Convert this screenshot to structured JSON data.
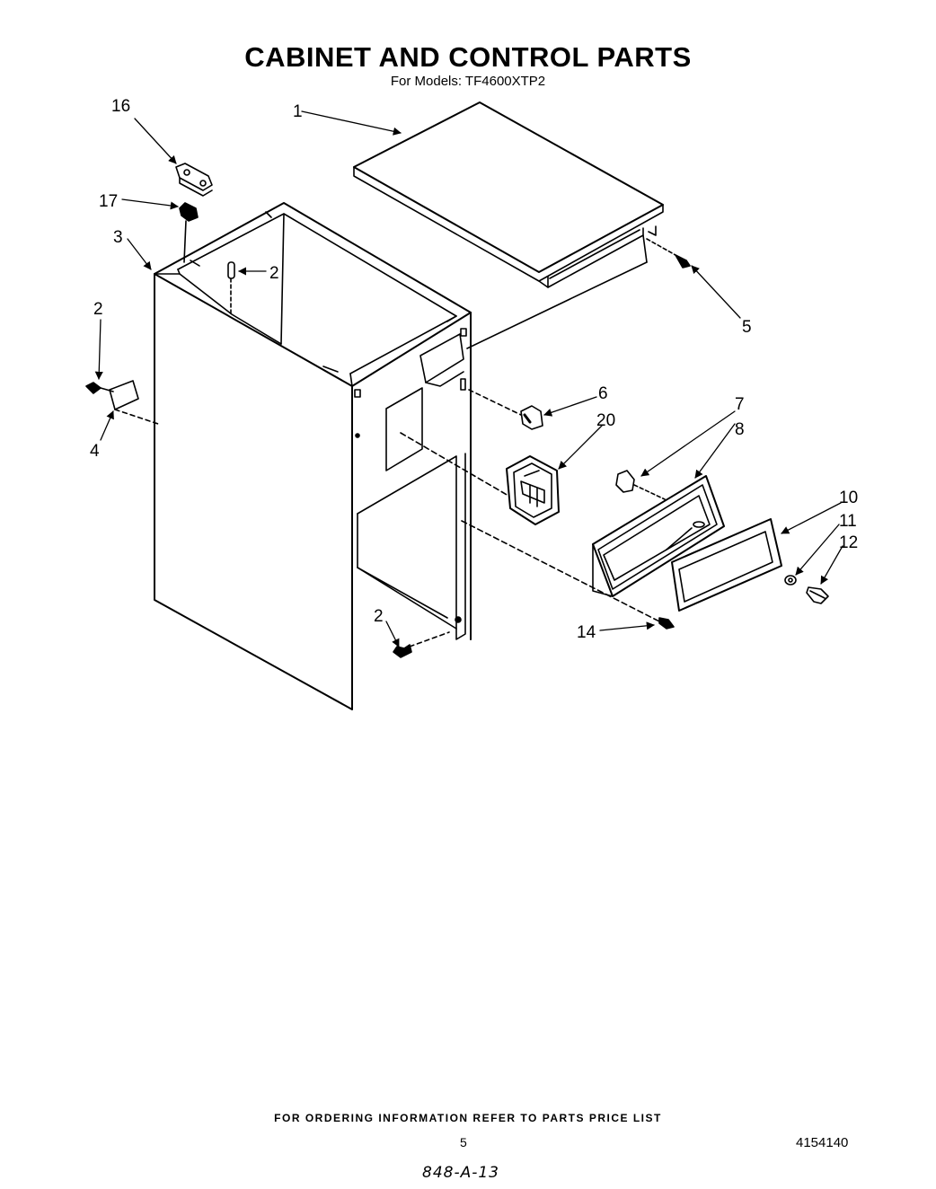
{
  "title": "CABINET AND CONTROL PARTS",
  "subtitle": "For Models:  TF4600XTP2",
  "callouts": {
    "c1": "1",
    "c2a": "2",
    "c2b": "2",
    "c2c": "2",
    "c3": "3",
    "c4": "4",
    "c5": "5",
    "c6": "6",
    "c7": "7",
    "c8": "8",
    "c10": "10",
    "c11": "11",
    "c12": "12",
    "c14": "14",
    "c16": "16",
    "c17": "17",
    "c20": "20"
  },
  "footer": {
    "ordering_note": "FOR ORDERING INFORMATION REFER TO PARTS PRICE LIST",
    "page_number": "5",
    "document_number": "4154140",
    "handwritten_code": "848-A-13"
  }
}
